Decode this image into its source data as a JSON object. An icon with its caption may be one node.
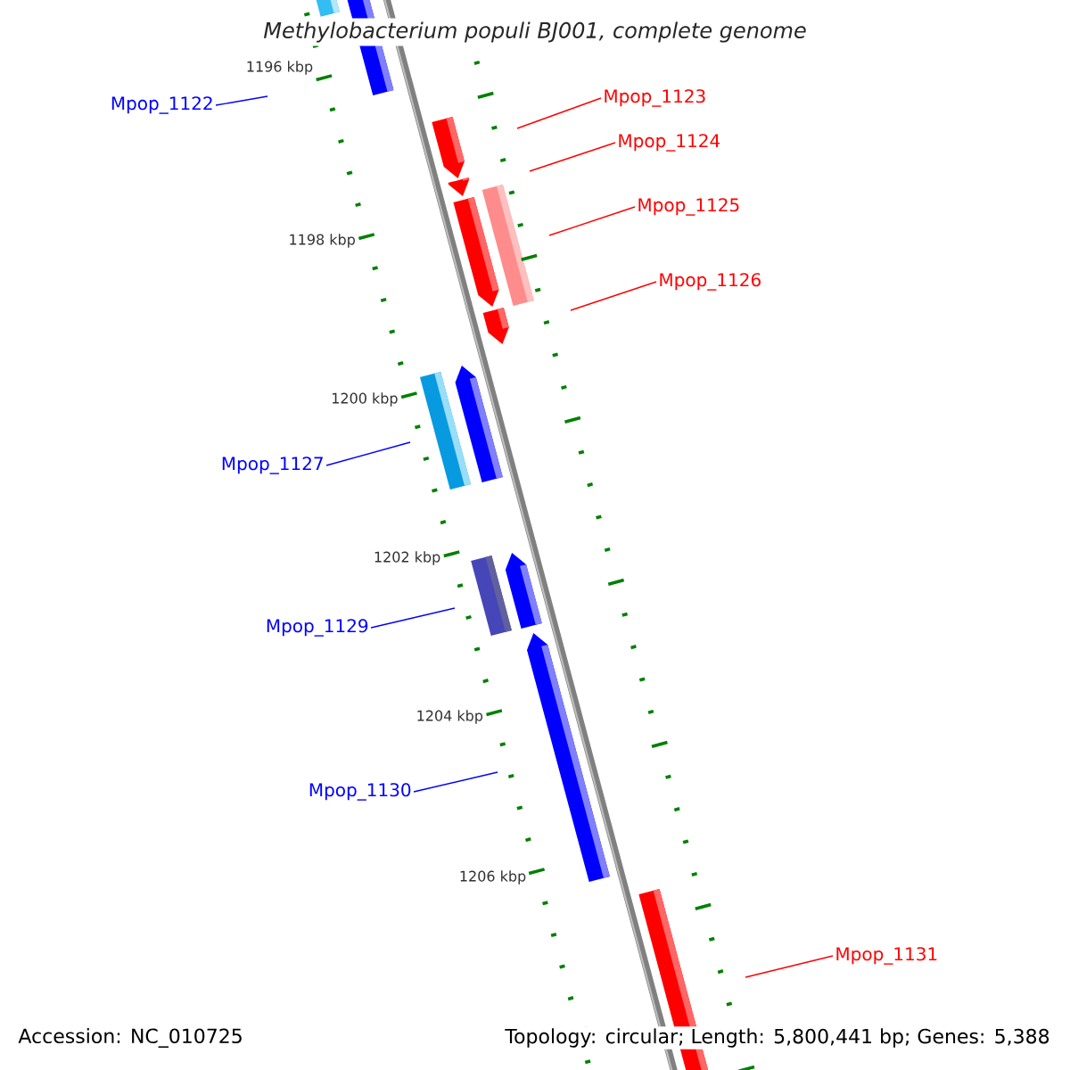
{
  "diagram": {
    "title": "Methylobacterium populi BJ001, complete genome",
    "nodes": [
      {
        "text": [
          "Mpop_1122"
        ]
      },
      {
        "text": [
          "Mpop_1123"
        ]
      },
      {
        "text": [
          "Mpop_1124"
        ]
      },
      {
        "text": [
          "Mpop_1125"
        ]
      },
      {
        "text": [
          "Mpop_1126"
        ]
      },
      {
        "text": [
          "Mpop_1127"
        ]
      },
      {
        "text": [
          "Mpop_1129"
        ]
      },
      {
        "text": [
          "Mpop_1130"
        ]
      },
      {
        "text": [
          "Mpop_1131"
        ]
      }
    ],
    "edges": [
      {
        "from": 0,
        "to": null,
        "arrow": "none",
        "color": "#0000ff"
      },
      {
        "from": 1,
        "to": null,
        "arrow": "none",
        "color": "#ff0000"
      },
      {
        "from": 2,
        "to": null,
        "arrow": "none",
        "color": "#ff0000"
      },
      {
        "from": 3,
        "to": null,
        "arrow": "none",
        "color": "#ff0000"
      },
      {
        "from": 4,
        "to": null,
        "arrow": "none",
        "color": "#ff0000"
      },
      {
        "from": 5,
        "to": null,
        "arrow": "none",
        "color": "#0000ff"
      },
      {
        "from": 6,
        "to": null,
        "arrow": "none",
        "color": "#0000ff"
      },
      {
        "from": 7,
        "to": null,
        "arrow": "none",
        "color": "#0000ff"
      },
      {
        "from": 8,
        "to": null,
        "arrow": "none",
        "color": "#ff0000"
      }
    ],
    "labels": [
      "1196 kbp",
      "1198 kbp",
      "1200 kbp",
      "1202 kbp",
      "1204 kbp",
      "1206 kbp",
      "Accession: NC_010725",
      "Topology: circular; Length: 5,800,441 bp; Genes: 5,388"
    ]
  }
}
